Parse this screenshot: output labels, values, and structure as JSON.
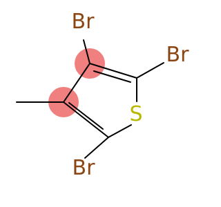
{
  "molecule": {
    "atoms": {
      "br_top": "Br",
      "br_right": "Br",
      "br_bottom": "Br",
      "s_ring": "S"
    },
    "colors": {
      "bromine": "#8B4513",
      "sulfur": "#B8B800",
      "bond": "#000000",
      "highlight": "#F08080"
    }
  }
}
